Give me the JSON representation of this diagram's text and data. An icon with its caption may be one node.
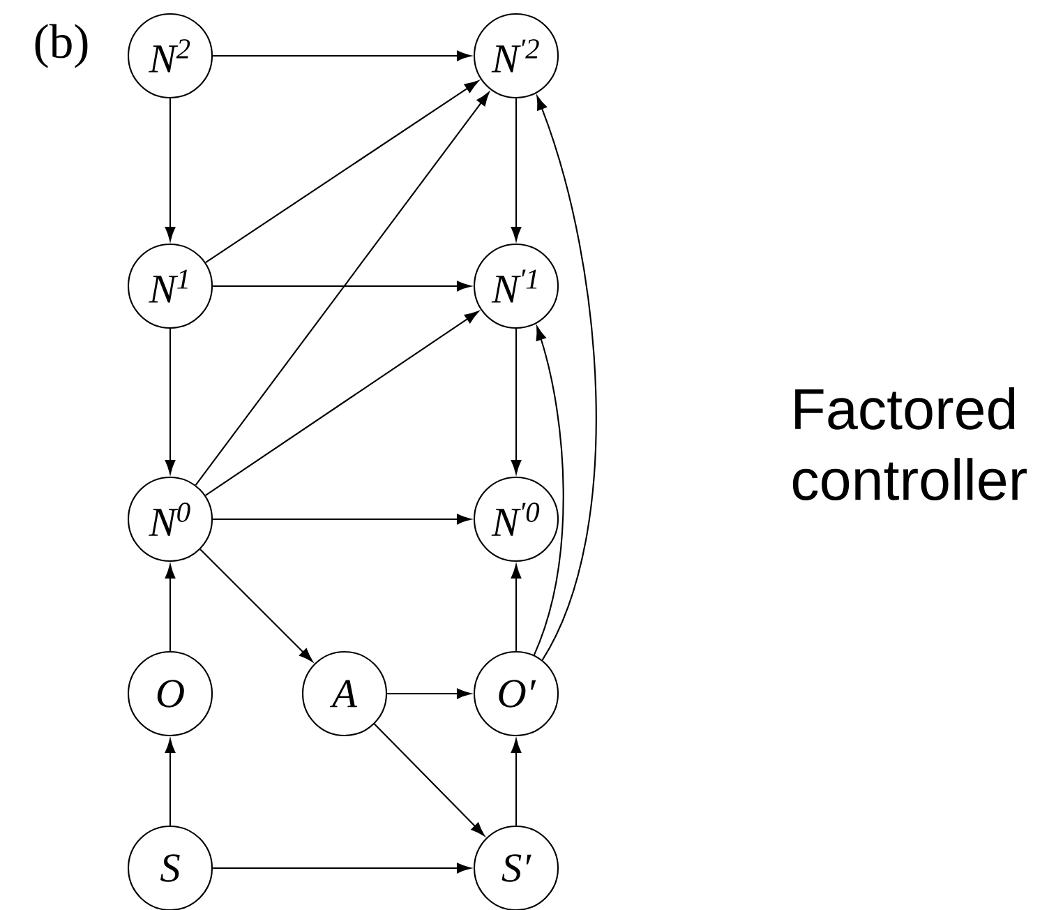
{
  "diagram": {
    "nodes": [
      {
        "text": [
          "N$^{2}$"
        ]
      },
      {
        "text": [
          "N$^{′2}$"
        ]
      },
      {
        "text": [
          "N$^{1}$"
        ]
      },
      {
        "text": [
          "N$^{′1}$"
        ]
      },
      {
        "text": [
          "N$^{0}$"
        ]
      },
      {
        "text": [
          "N$^{′0}$"
        ]
      },
      {
        "text": [
          "O"
        ]
      },
      {
        "text": [
          "A"
        ]
      },
      {
        "text": [
          "O′"
        ]
      },
      {
        "text": [
          "S"
        ]
      },
      {
        "text": [
          "S′"
        ]
      }
    ],
    "edges": [
      {
        "from": 0,
        "to": 1,
        "arrow": "to"
      },
      {
        "from": 0,
        "to": 2,
        "arrow": "to"
      },
      {
        "from": 2,
        "to": 1,
        "arrow": "to"
      },
      {
        "from": 2,
        "to": 3,
        "arrow": "to"
      },
      {
        "from": 2,
        "to": 4,
        "arrow": "to"
      },
      {
        "from": 4,
        "to": 1,
        "arrow": "to"
      },
      {
        "from": 4,
        "to": 3,
        "arrow": "to"
      },
      {
        "from": 1,
        "to": 3,
        "arrow": "to"
      },
      {
        "from": 3,
        "to": 5,
        "arrow": "to"
      },
      {
        "from": 4,
        "to": 5,
        "arrow": "to"
      },
      {
        "from": 6,
        "to": 4,
        "arrow": "to"
      },
      {
        "from": 4,
        "to": 7,
        "arrow": "to"
      },
      {
        "from": 7,
        "to": 8,
        "arrow": "to"
      },
      {
        "from": 7,
        "to": 10,
        "arrow": "to"
      },
      {
        "from": 8,
        "to": 5,
        "arrow": "to"
      },
      {
        "from": 8,
        "to": 3,
        "arrow": "to"
      },
      {
        "from": 8,
        "to": 1,
        "arrow": "to"
      },
      {
        "from": 9,
        "to": 6,
        "arrow": "to"
      },
      {
        "from": 9,
        "to": 10,
        "arrow": "to"
      },
      {
        "from": 10,
        "to": 8,
        "arrow": "to"
      }
    ],
    "labels": [
      "(b)",
      "Factored controller"
    ]
  }
}
